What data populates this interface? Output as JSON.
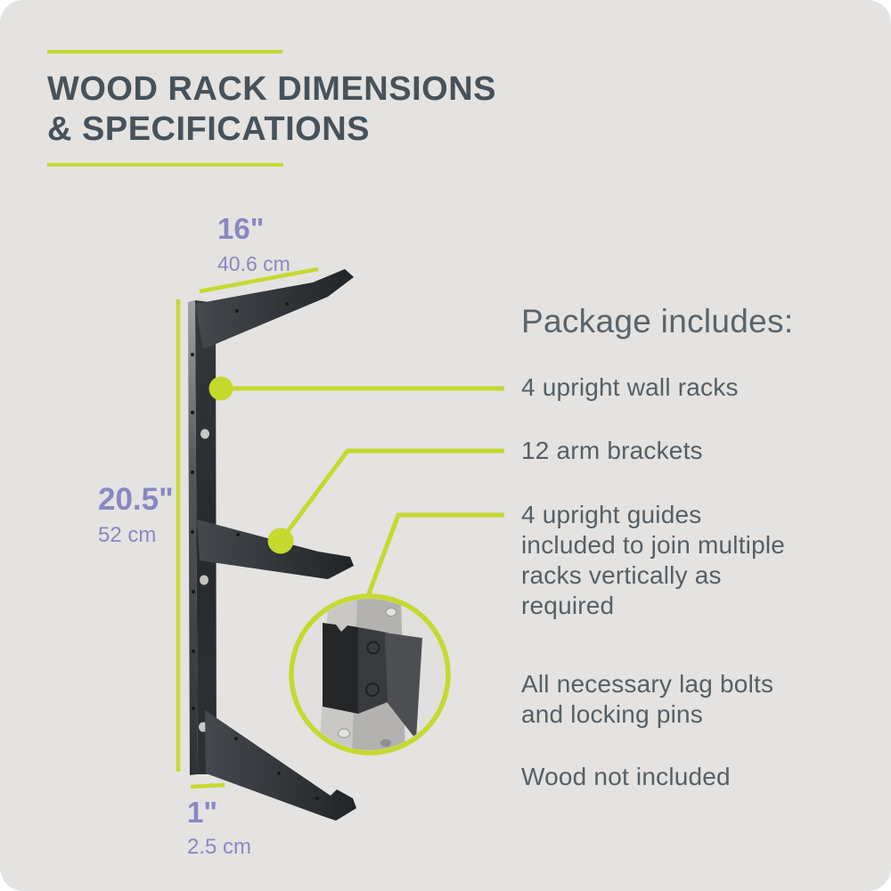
{
  "title": {
    "line1": "WOOD RACK DIMENSIONS",
    "line2": "& SPECIFICATIONS"
  },
  "dimensions": {
    "width": {
      "inches": "16\"",
      "metric": "40.6 cm"
    },
    "height": {
      "inches": "20.5\"",
      "metric": "52 cm"
    },
    "depth": {
      "inches": "1\"",
      "metric": "2.5 cm"
    }
  },
  "package": {
    "heading": "Package includes:",
    "items": [
      "4 upright wall racks",
      "12 arm brackets",
      "4 upright guides\nincluded to join multiple\nracks vertically as\nrequired",
      "All necessary lag bolts\nand locking pins",
      "Wood not included"
    ]
  },
  "colors": {
    "accent_lime": "#c6d92f",
    "dimension_label_purple": "#8a88c3",
    "title_text": "#47525b",
    "body_text": "#565f66",
    "background": "#e4e3e1",
    "rack_metal_dark": "#2a2d30"
  }
}
